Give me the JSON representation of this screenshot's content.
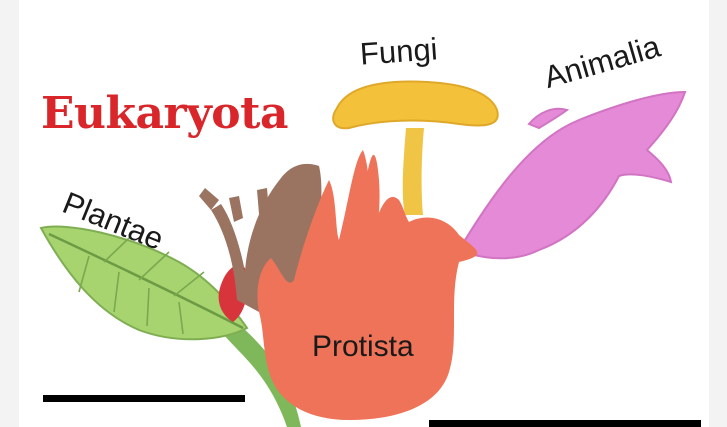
{
  "title": "Eukaryota",
  "labels": {
    "fungi": "Fungi",
    "animalia": "Animalia",
    "plantae": "Plantae",
    "protista": "Protista"
  },
  "colors": {
    "title": "#d9262a",
    "fungi_cap": "#f2c33c",
    "animalia_fish": "#e58ad6",
    "plantae_leaf": "#9ed06a",
    "protista_body": "#ee7358",
    "brown_branches": "#9b7461",
    "red_bud": "#d8343c",
    "background": "#ffffff"
  },
  "icons": [
    "mushroom-icon",
    "fish-icon",
    "leaf-icon",
    "protist-blob-icon"
  ]
}
